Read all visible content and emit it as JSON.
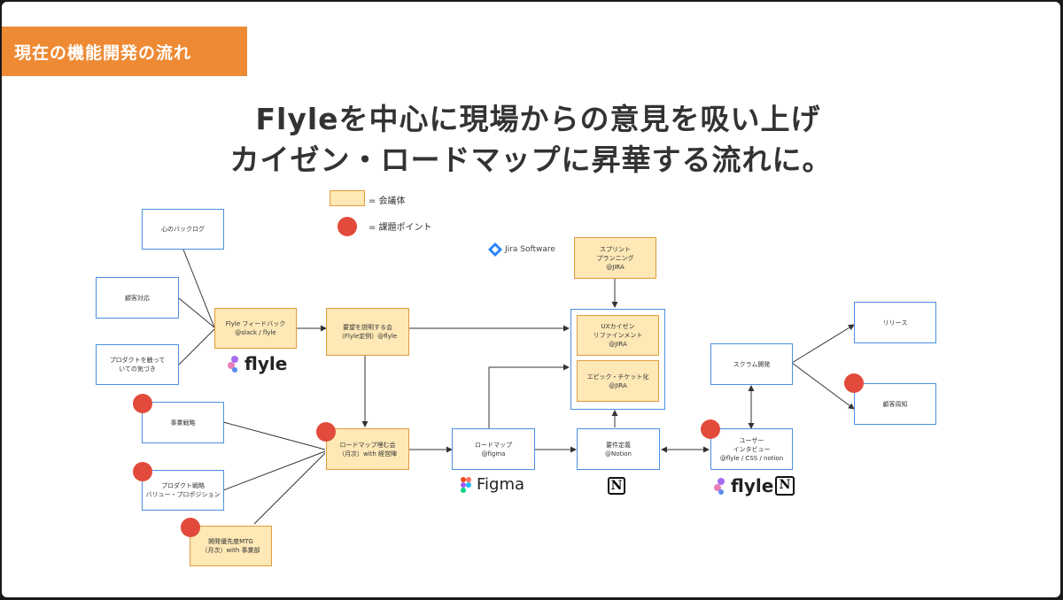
{
  "header": {
    "tag": "現在の機能開発の流れ"
  },
  "headline": {
    "line1": "Flyleを中心に現場からの意見を吸い上げ",
    "line2": "カイゼン・ロードマップに昇華する流れに。"
  },
  "legend": {
    "meeting": "= 会議体",
    "issue": "= 課題ポイント"
  },
  "colors": {
    "accent": "#ee8a34",
    "meeting_fill": "#fde8b6",
    "meeting_border": "#e49a3c",
    "node_border": "#4a90e2",
    "issue_dot": "#e24a3c"
  },
  "nodes": {
    "backlog": "心のバックログ",
    "customer": "顧客対応",
    "product_use": "プロダクトを触って\nいての気づき",
    "flyle_feedback": "Flyle フィードバック\n@slack / flyle",
    "request_meeting": "要望を説明する会\n（Flyle定例）@flyle",
    "business": "事業戦略",
    "product_strategy": "プロダクト戦略\nバリュー・プロポジション",
    "dev_priority": "開発優先度MTG\n（月次）with 事業部",
    "roadmap_meeting": "ロードマップ埋む会\n（月次）with 経営陣",
    "roadmap": "ロードマップ\n@figma",
    "sprint": "スプリント\nプランニング\n@JIRA",
    "ux_kaizen": "UXカイゼン\nリファインメント\n@JIRA",
    "epic": "エピック・チケット化\n@JIRA",
    "requirements": "要件定義\n@Notion",
    "scrum": "スクラム開発",
    "interview": "ユーザー\nインタビュー\n@flyle / CSS / notion",
    "release": "リリース",
    "notify": "顧客周知"
  },
  "logos": {
    "jira": "Jira Software",
    "flyle": "flyle",
    "figma": "Figma",
    "notion": "N"
  }
}
